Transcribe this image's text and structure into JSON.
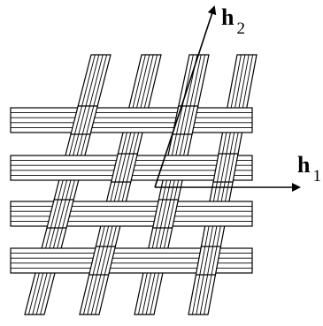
{
  "figure": {
    "description_labels": {
      "h2_main": "h",
      "h2_sub": "2",
      "h1_main": "h",
      "h1_sub": "1"
    },
    "warp_yarn_count": 4,
    "weft_yarn_count": 4,
    "strands_per_yarn": 4,
    "ink_color": "#000000",
    "background_color": "#ffffff"
  }
}
